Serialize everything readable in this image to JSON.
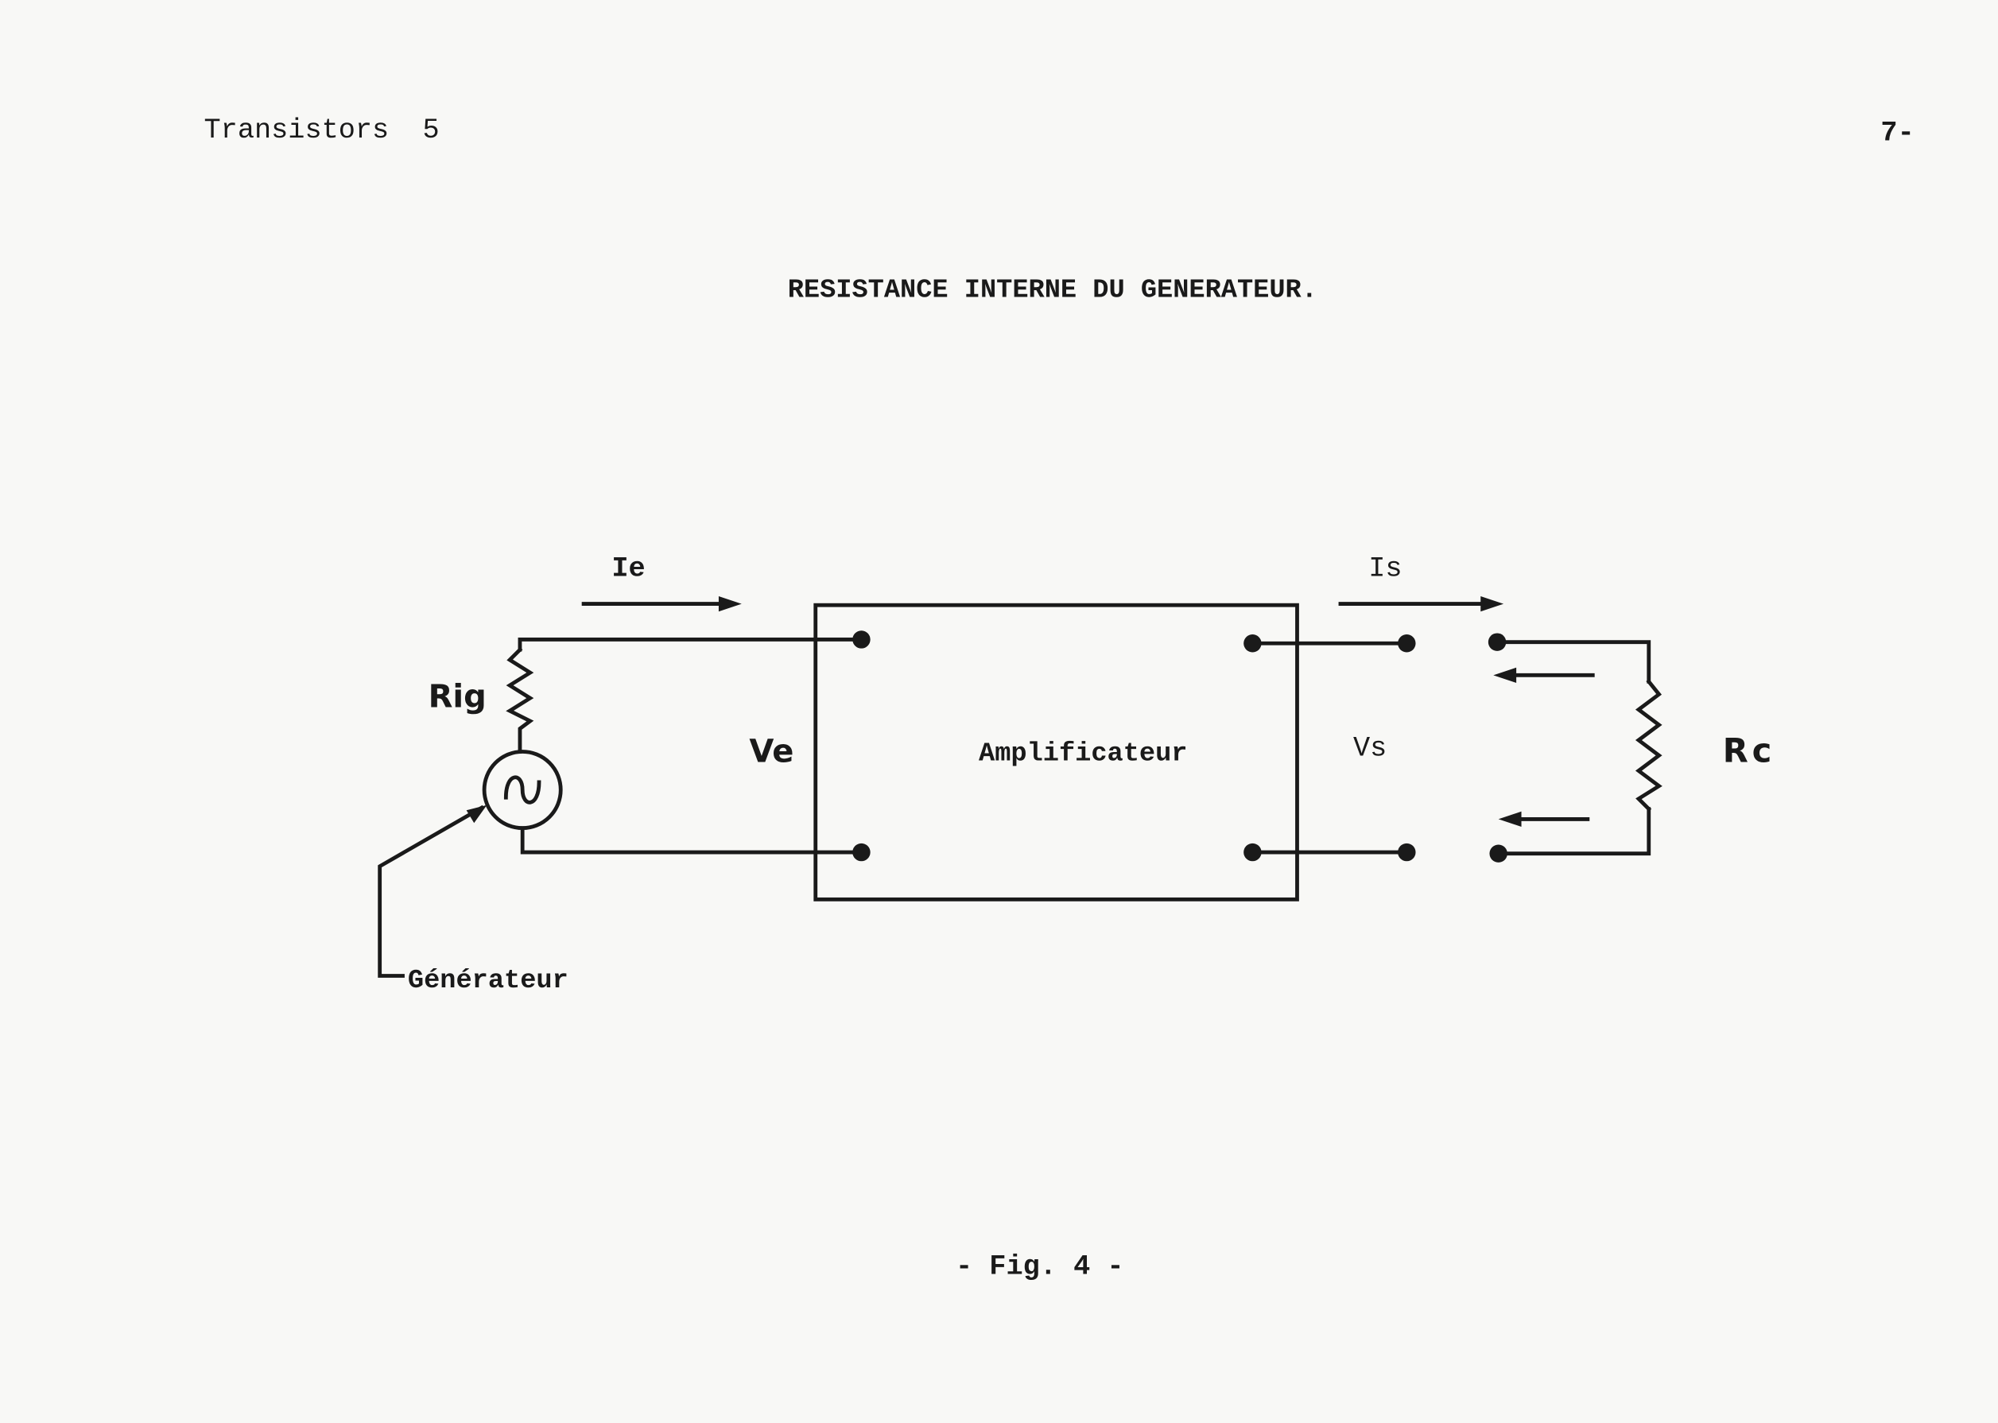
{
  "header": {
    "left": "Transistors  5",
    "right": "7-"
  },
  "title": "RESISTANCE INTERNE DU GENERATEUR.",
  "diagram": {
    "labels": {
      "ie": "Ie",
      "is": "Is",
      "rig": "Rig",
      "ve": "Ve",
      "vs": "Vs",
      "rc": "Rc",
      "amplifier": "Amplificateur",
      "generator": "Générateur"
    }
  },
  "caption": "- Fig. 4 -"
}
